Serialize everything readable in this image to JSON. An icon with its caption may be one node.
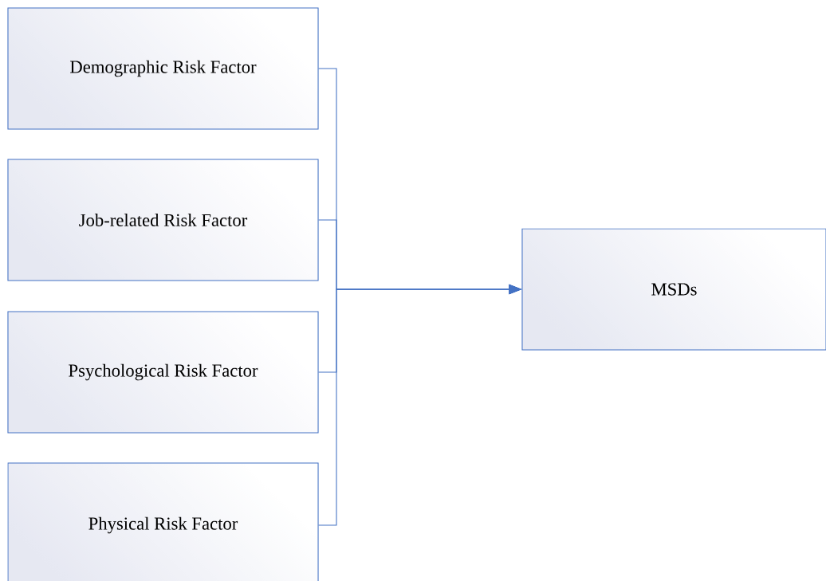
{
  "diagram": {
    "nodes": [
      {
        "text": [
          "Demographic Risk Factor"
        ]
      },
      {
        "text": [
          "Job-related Risk Factor"
        ]
      },
      {
        "text": [
          "Psychological Risk Factor"
        ]
      },
      {
        "text": [
          "Physical Risk Factor"
        ]
      },
      {
        "text": [
          "MSDs"
        ]
      }
    ],
    "edges": [
      {
        "from": 0,
        "to": 4,
        "arrow": "to"
      },
      {
        "from": 1,
        "to": 4,
        "arrow": "to"
      },
      {
        "from": 2,
        "to": 4,
        "arrow": "to"
      },
      {
        "from": 3,
        "to": 4,
        "arrow": "to"
      }
    ]
  }
}
